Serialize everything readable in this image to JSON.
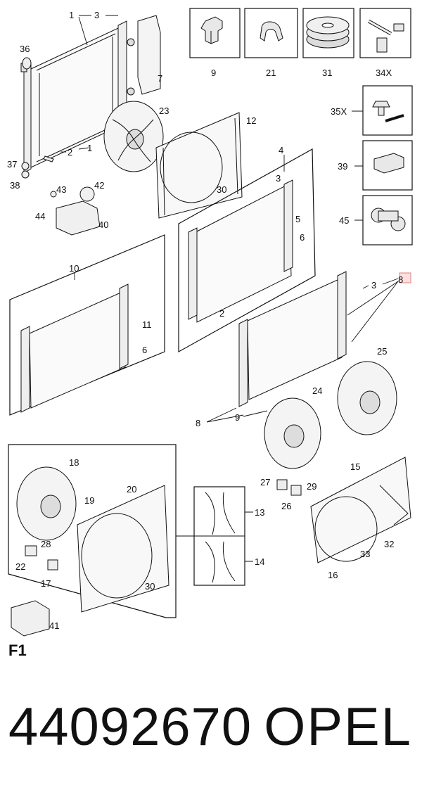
{
  "diagram": {
    "section_label": "F1",
    "callouts": [
      "1",
      "3",
      "36",
      "7",
      "23",
      "12",
      "2",
      "1",
      "37",
      "38",
      "43",
      "42",
      "44",
      "40",
      "4",
      "3",
      "30",
      "5",
      "6",
      "2",
      "10",
      "11",
      "6",
      "3",
      "8",
      "25",
      "24",
      "8",
      "9",
      "18",
      "19",
      "20",
      "27",
      "29",
      "26",
      "15",
      "28",
      "22",
      "17",
      "30",
      "13",
      "14",
      "32",
      "33",
      "16",
      "41"
    ],
    "inset_parts": [
      "9",
      "21",
      "31",
      "34X",
      "35X",
      "39",
      "45"
    ]
  },
  "footer": {
    "part_number": "44092670",
    "brand": "OPEL"
  }
}
